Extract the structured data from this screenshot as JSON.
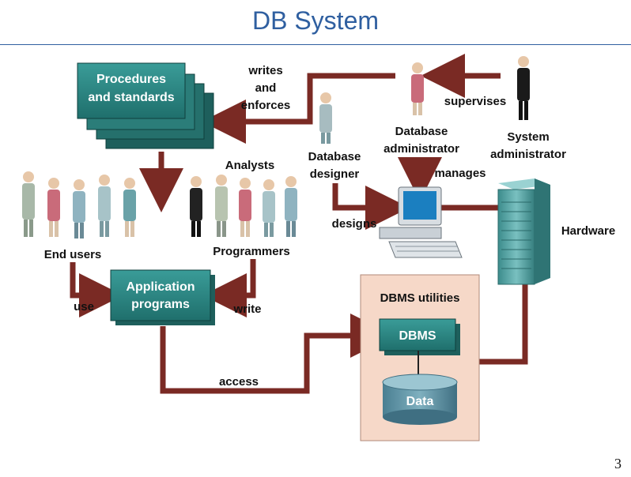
{
  "slide": {
    "title": "DB System",
    "page_number": "3"
  },
  "diagram": {
    "procedures_box": [
      "Procedures",
      "and standards"
    ],
    "application_box": [
      "Application",
      "programs"
    ],
    "dbms_utilities_label": "DBMS utilities",
    "dbms_box": "DBMS",
    "data_box": "Data",
    "hardware_label": "Hardware",
    "actors": {
      "end_users": "End users",
      "analysts": "Analysts",
      "programmers": "Programmers",
      "database_designer": [
        "Database",
        "designer"
      ],
      "database_administrator": [
        "Database",
        "administrator"
      ],
      "system_administrator": [
        "System",
        "administrator"
      ]
    },
    "relations": {
      "writes_and_enforces": [
        "writes",
        "and",
        "enforces"
      ],
      "supervises": "supervises",
      "manages": "manages",
      "designs": "designs",
      "use": "use",
      "write": "write",
      "access": "access"
    },
    "colors": {
      "arrow": "#7a2a24",
      "box_teal": "#2f8a86",
      "utilities_bg": "#f6d8c8",
      "server": "#5aa6a6"
    }
  }
}
